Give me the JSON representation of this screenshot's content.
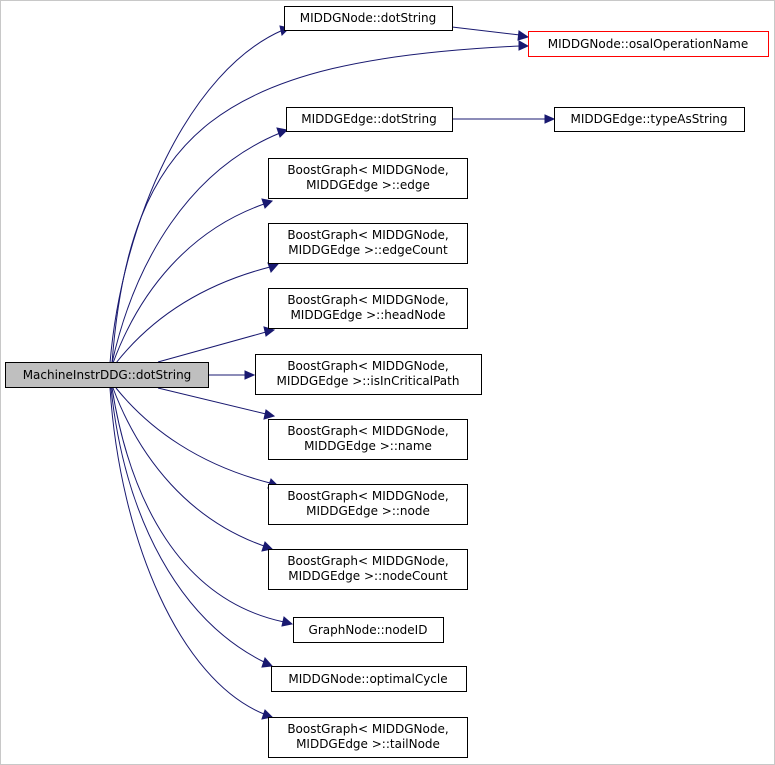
{
  "colors": {
    "edge": "#191970",
    "root_fill": "#bfbfbf",
    "highlight_border": "#ff0000"
  },
  "nodes": [
    {
      "id": "root",
      "lines": [
        "MachineInstrDDG::dotString"
      ]
    },
    {
      "id": "n_dotstring",
      "lines": [
        "MIDDGNode::dotString"
      ]
    },
    {
      "id": "n_osal",
      "lines": [
        "MIDDGNode::osalOperationName"
      ]
    },
    {
      "id": "e_dotstring",
      "lines": [
        "MIDDGEdge::dotString"
      ]
    },
    {
      "id": "e_type",
      "lines": [
        "MIDDGEdge::typeAsString"
      ]
    },
    {
      "id": "bg_edge",
      "lines": [
        "BoostGraph< MIDDGNode,",
        "MIDDGEdge >::edge"
      ]
    },
    {
      "id": "bg_edgecount",
      "lines": [
        "BoostGraph< MIDDGNode,",
        "MIDDGEdge >::edgeCount"
      ]
    },
    {
      "id": "bg_headnode",
      "lines": [
        "BoostGraph< MIDDGNode,",
        "MIDDGEdge >::headNode"
      ]
    },
    {
      "id": "bg_critical",
      "lines": [
        "BoostGraph< MIDDGNode,",
        "MIDDGEdge >::isInCriticalPath"
      ]
    },
    {
      "id": "bg_name",
      "lines": [
        "BoostGraph< MIDDGNode,",
        "MIDDGEdge >::name"
      ]
    },
    {
      "id": "bg_node",
      "lines": [
        "BoostGraph< MIDDGNode,",
        "MIDDGEdge >::node"
      ]
    },
    {
      "id": "bg_nodecount",
      "lines": [
        "BoostGraph< MIDDGNode,",
        "MIDDGEdge >::nodeCount"
      ]
    },
    {
      "id": "gn_nodeid",
      "lines": [
        "GraphNode::nodeID"
      ]
    },
    {
      "id": "n_optimal",
      "lines": [
        "MIDDGNode::optimalCycle"
      ]
    },
    {
      "id": "bg_tailnode",
      "lines": [
        "BoostGraph< MIDDGNode,",
        "MIDDGEdge >::tailNode"
      ]
    }
  ],
  "edges": [
    {
      "from": "root",
      "to": "n_dotstring"
    },
    {
      "from": "root",
      "to": "n_osal"
    },
    {
      "from": "n_dotstring",
      "to": "n_osal"
    },
    {
      "from": "root",
      "to": "e_dotstring"
    },
    {
      "from": "e_dotstring",
      "to": "e_type"
    },
    {
      "from": "root",
      "to": "bg_edge"
    },
    {
      "from": "root",
      "to": "bg_edgecount"
    },
    {
      "from": "root",
      "to": "bg_headnode"
    },
    {
      "from": "root",
      "to": "bg_critical"
    },
    {
      "from": "root",
      "to": "bg_name"
    },
    {
      "from": "root",
      "to": "bg_node"
    },
    {
      "from": "root",
      "to": "bg_nodecount"
    },
    {
      "from": "root",
      "to": "gn_nodeid"
    },
    {
      "from": "root",
      "to": "n_optimal"
    },
    {
      "from": "root",
      "to": "bg_tailnode"
    }
  ]
}
